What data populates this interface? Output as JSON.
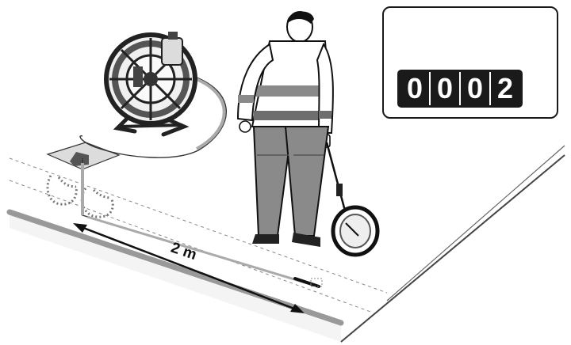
{
  "counter": {
    "digits": [
      "0",
      "0",
      "0",
      "2"
    ]
  },
  "distance": {
    "label": "2 m"
  },
  "colors": {
    "ink": "#1a1a1a",
    "floor_edge": "#9a9a9a",
    "jacket": "#ffffff",
    "trousers": "#8a8a8a",
    "stripe": "#6e6e6e"
  },
  "icons": [
    "cable-reel-icon",
    "measuring-wheel-icon",
    "worker-figure-icon",
    "pipe-icon",
    "sonde-icon"
  ]
}
